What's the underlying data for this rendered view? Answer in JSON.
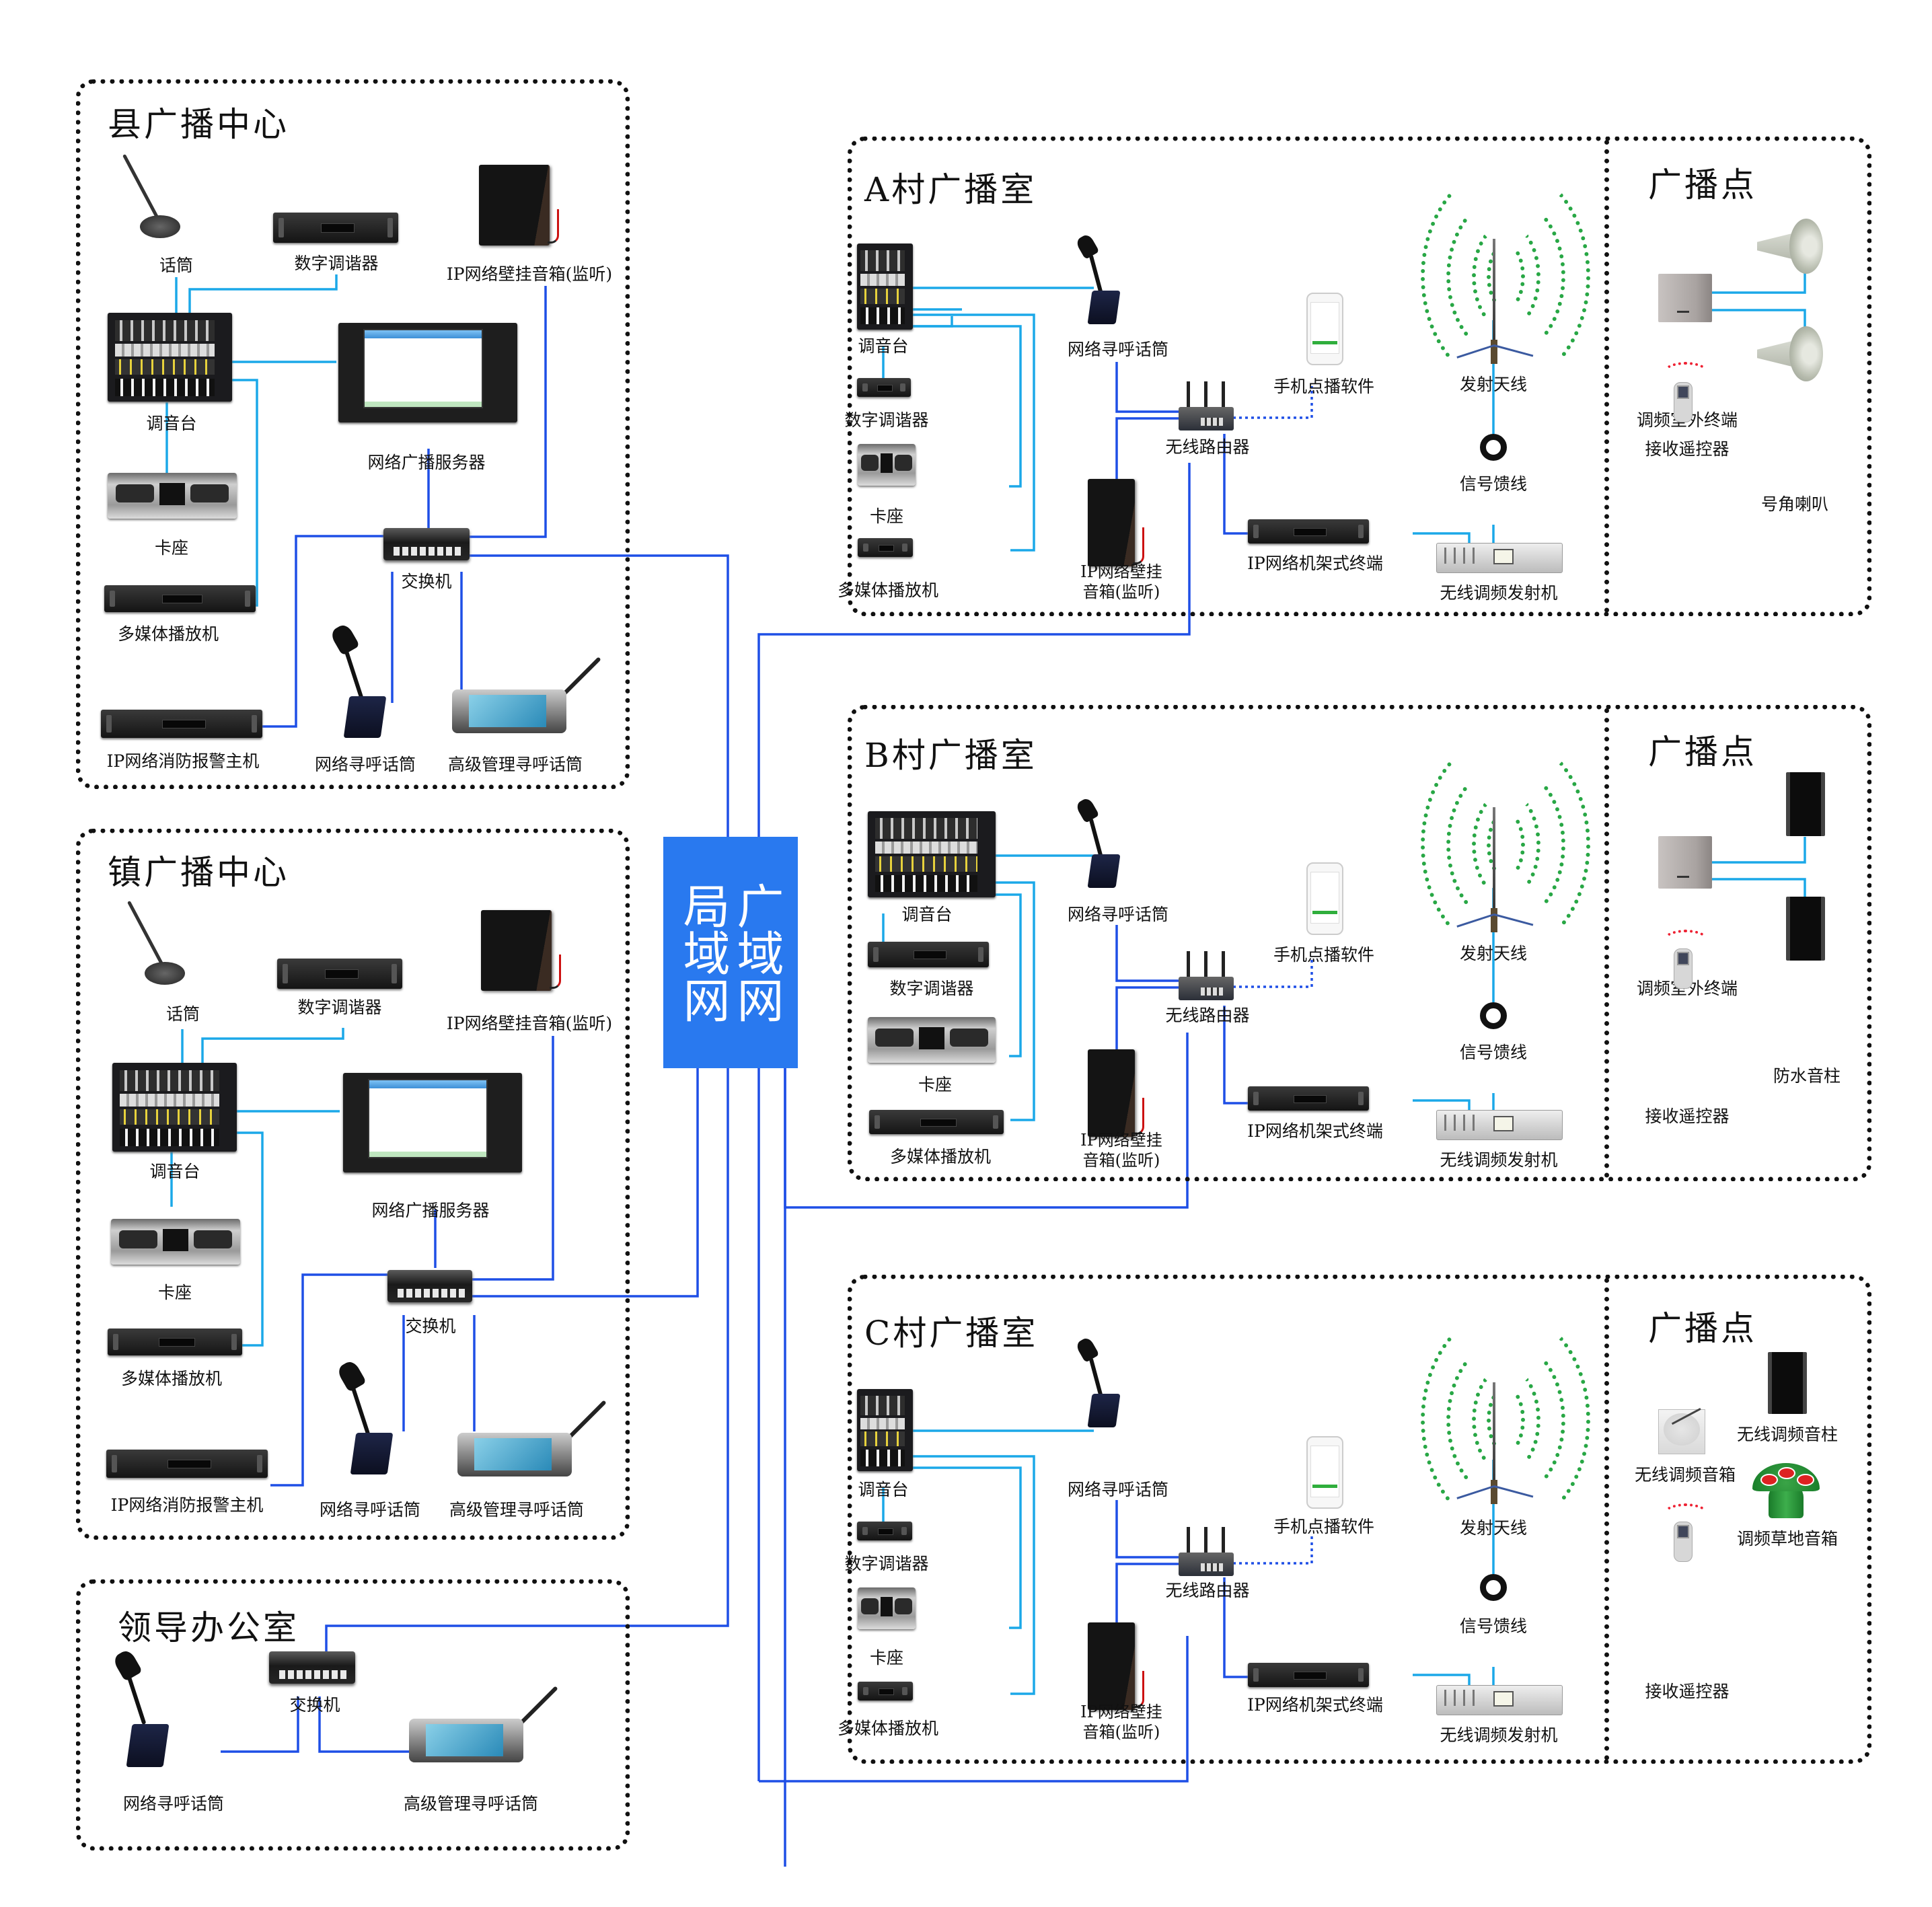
{
  "colors": {
    "lan_box": "#2979EF",
    "wire_blue": "#1E4FE6",
    "wire_cyan": "#1BA8E8",
    "wave_green": "#28A745",
    "remote_wave_red": "#E22233"
  },
  "center": {
    "lan": {
      "col1": "局域网",
      "col2": "广域网"
    }
  },
  "county": {
    "title": "县广播中心",
    "labels": {
      "mic": "话筒",
      "tuner": "数字调谐器",
      "wall_speaker": "IP网络壁挂音箱(监听)",
      "mixer": "调音台",
      "server": "网络广播服务器",
      "deck": "卡座",
      "switch": "交换机",
      "media_player": "多媒体播放机",
      "fire_alarm": "IP网络消防报警主机",
      "pager": "网络寻呼话筒",
      "adv_pager": "高级管理寻呼话筒"
    }
  },
  "town": {
    "title": "镇广播中心",
    "labels": {
      "mic": "话筒",
      "tuner": "数字调谐器",
      "wall_speaker": "IP网络壁挂音箱(监听)",
      "mixer": "调音台",
      "server": "网络广播服务器",
      "deck": "卡座",
      "switch": "交换机",
      "media_player": "多媒体播放机",
      "fire_alarm": "IP网络消防报警主机",
      "pager": "网络寻呼话筒",
      "adv_pager": "高级管理寻呼话筒"
    }
  },
  "office": {
    "title": "领导办公室",
    "labels": {
      "switch": "交换机",
      "pager": "网络寻呼话筒",
      "adv_pager": "高级管理寻呼话筒"
    }
  },
  "villages": [
    {
      "title": "A村广播室",
      "labels": {
        "mixer": "调音台",
        "tuner": "数字调谐器",
        "deck": "卡座",
        "media_player": "多媒体播放机",
        "pager": "网络寻呼话筒",
        "router": "无线路由器",
        "wall_speaker_l1": "IP网络壁挂",
        "wall_speaker_l2": "音箱(监听)",
        "phone_app": "手机点播软件",
        "antenna": "发射天线",
        "feeder": "信号馈线",
        "rack_terminal": "IP网络机架式终端",
        "fm_tx": "无线调频发射机"
      },
      "point": {
        "title": "广播点",
        "labels": {
          "outdoor_terminal": "调频室外终端",
          "remote": "接收遥控器",
          "speaker": "号角喇叭"
        }
      }
    },
    {
      "title": "B村广播室",
      "labels": {
        "mixer": "调音台",
        "tuner": "数字调谐器",
        "deck": "卡座",
        "media_player": "多媒体播放机",
        "pager": "网络寻呼话筒",
        "router": "无线路由器",
        "wall_speaker_l1": "IP网络壁挂",
        "wall_speaker_l2": "音箱(监听)",
        "phone_app": "手机点播软件",
        "antenna": "发射天线",
        "feeder": "信号馈线",
        "rack_terminal": "IP网络机架式终端",
        "fm_tx": "无线调频发射机"
      },
      "point": {
        "title": "广播点",
        "labels": {
          "outdoor_terminal": "调频室外终端",
          "remote": "接收遥控器",
          "speaker": "防水音柱"
        }
      }
    },
    {
      "title": "C村广播室",
      "labels": {
        "mixer": "调音台",
        "tuner": "数字调谐器",
        "deck": "卡座",
        "media_player": "多媒体播放机",
        "pager": "网络寻呼话筒",
        "router": "无线路由器",
        "wall_speaker_l1": "IP网络壁挂",
        "wall_speaker_l2": "音箱(监听)",
        "phone_app": "手机点播软件",
        "antenna": "发射天线",
        "feeder": "信号馈线",
        "rack_terminal": "IP网络机架式终端",
        "fm_tx": "无线调频发射机"
      },
      "point": {
        "title": "广播点",
        "labels": {
          "wireless_column": "无线调频音柱",
          "wireless_box": "无线调频音箱",
          "lawn_speaker": "调频草地音箱",
          "remote": "接收遥控器"
        }
      }
    }
  ]
}
